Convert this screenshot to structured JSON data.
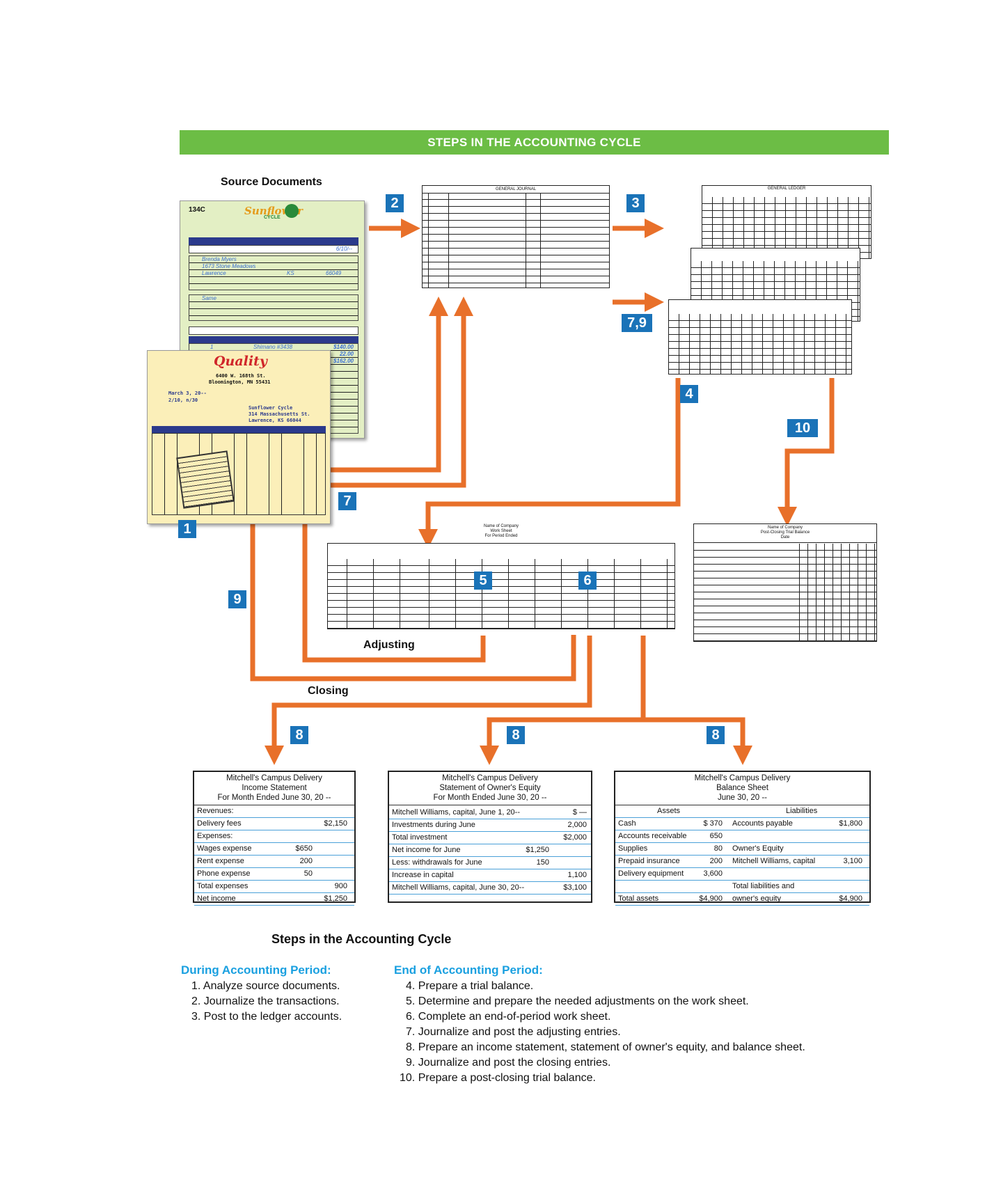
{
  "banner": "STEPS IN THE ACCOUNTING CYCLE",
  "labels": {
    "source_documents": "Source Documents",
    "adjusting": "Adjusting",
    "closing": "Closing",
    "caption": "Steps in the Accounting Cycle"
  },
  "step_numbers": {
    "s1": "1",
    "s2": "2",
    "s3": "3",
    "s4": "4",
    "s5": "5",
    "s6": "6",
    "s7": "7",
    "s79": "7,9",
    "s8a": "8",
    "s8b": "8",
    "s8c": "8",
    "s9": "9",
    "s10": "10"
  },
  "forms": {
    "general_journal": "GENERAL JOURNAL",
    "general_ledger": "GENERAL LEDGER",
    "work_sheet": [
      "Name of Company",
      "Work Sheet",
      "For Period Ended"
    ],
    "post_closing": [
      "Name of Company",
      "Post-Closing Trial Balance",
      "Date"
    ]
  },
  "sunflower": {
    "code": "134C",
    "brand": "Sunflower",
    "sub": "CYCLE",
    "date": "6/10/--",
    "name": "Brenda Myers",
    "street": "1673 Stone Meadows",
    "city": "Lawrence",
    "state": "KS",
    "zip": "66049",
    "ship": "Same",
    "item_qty": "1",
    "item_desc": "Shimano #3438",
    "item_amt": "$140.00",
    "tax": "22.00",
    "total": "$162.00"
  },
  "quality": {
    "brand": "Quality",
    "addr1": "6400 W. 168th St.",
    "addr2": "Bloomington, MN 55431",
    "date": "March 3, 20--",
    "terms": "2/10, n/30",
    "ship_to1": "Sunflower Cycle",
    "ship_to2": "314 Massachusetts St.",
    "ship_to3": "Lawrence, KS 66044"
  },
  "income_statement": {
    "title": [
      "Mitchell's Campus Delivery",
      "Income Statement",
      "For Month Ended June 30, 20 --"
    ],
    "rows": [
      {
        "label": "Revenues:",
        "c1": "",
        "c2": ""
      },
      {
        "label": "Delivery fees",
        "c1": "",
        "c2": "$2,150"
      },
      {
        "label": "Expenses:",
        "c1": "",
        "c2": ""
      },
      {
        "label": "Wages expense",
        "c1": "$650",
        "c2": ""
      },
      {
        "label": "Rent expense",
        "c1": "200",
        "c2": ""
      },
      {
        "label": "Phone expense",
        "c1": "50",
        "c2": ""
      },
      {
        "label": "Total expenses",
        "c1": "",
        "c2": "900"
      },
      {
        "label": "Net income",
        "c1": "",
        "c2": "$1,250"
      }
    ]
  },
  "owners_equity": {
    "title": [
      "Mitchell's Campus Delivery",
      "Statement of Owner's Equity",
      "For Month Ended June 30, 20 --"
    ],
    "rows": [
      {
        "label": "Mitchell Williams, capital, June 1, 20--",
        "c1": "",
        "c2": "$ —"
      },
      {
        "label": "Investments during June",
        "c1": "",
        "c2": "2,000"
      },
      {
        "label": "Total investment",
        "c1": "",
        "c2": "$2,000"
      },
      {
        "label": "Net income for June",
        "c1": "$1,250",
        "c2": ""
      },
      {
        "label": "Less: withdrawals for June",
        "c1": "150",
        "c2": ""
      },
      {
        "label": "Increase in capital",
        "c1": "",
        "c2": "1,100"
      },
      {
        "label": "Mitchell Williams, capital, June 30, 20--",
        "c1": "",
        "c2": "$3,100"
      }
    ]
  },
  "balance_sheet": {
    "title": [
      "Mitchell's Campus Delivery",
      "Balance Sheet",
      "June 30, 20 --"
    ],
    "assets_head": "Assets",
    "liab_head": "Liabilities",
    "rows": [
      {
        "a": "Cash",
        "av": "$ 370",
        "l": "Accounts payable",
        "lv": "$1,800"
      },
      {
        "a": "Accounts receivable",
        "av": "650",
        "l": "",
        "lv": ""
      },
      {
        "a": "Supplies",
        "av": "80",
        "l": "Owner's Equity",
        "lv": ""
      },
      {
        "a": "Prepaid insurance",
        "av": "200",
        "l": "Mitchell Williams, capital",
        "lv": "3,100"
      },
      {
        "a": "Delivery equipment",
        "av": "3,600",
        "l": "",
        "lv": ""
      },
      {
        "a": "",
        "av": "",
        "l": "Total liabilities and",
        "lv": ""
      },
      {
        "a": "Total assets",
        "av": "$4,900",
        "l": "owner's equity",
        "lv": "$4,900"
      }
    ]
  },
  "legend": {
    "during_head": "During Accounting Period:",
    "during": [
      "1.  Analyze source documents.",
      "2.  Journalize the transactions.",
      "3.  Post to the ledger accounts."
    ],
    "end_head": "End of Accounting Period:",
    "end": [
      "4.  Prepare a trial balance.",
      "5.  Determine and prepare the needed adjustments on the work sheet.",
      "6.  Complete an end-of-period work sheet.",
      "7.  Journalize and post the adjusting entries.",
      "8.  Prepare an income statement, statement of owner's equity, and balance sheet.",
      "9.  Journalize and post the closing entries.",
      "10.  Prepare a post-closing trial balance."
    ]
  },
  "colors": {
    "banner": "#6cbd45",
    "step_box": "#1a73b8",
    "arrow": "#e8702a",
    "legend_head": "#1aa0e0"
  }
}
